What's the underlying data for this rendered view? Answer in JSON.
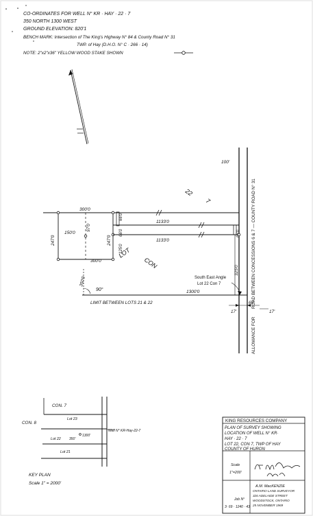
{
  "notes": {
    "coords": "CO-ORDINATES   FOR  WELL  N° KR · HAY · 22 · 7",
    "coords_values": "350  NORTH      1300  WEST",
    "ground_elevation": "GROUND ELEVATION:  820'1",
    "bench_mark": "BENCH  MARK:  Intersection  of  The King's Highway N° 84  &  County  Road  N° 31",
    "bench_mark_cont": "TWP.  of  Hay   (D.H.O.  N°  C · 266 · 14)",
    "note": "NOTE:  2\"x2\"x36\"  YELLOW  WOOD  STAKE  SHOWN"
  },
  "plan": {
    "road_label": "ROAD  BETWEEN  CONCESSIONS  6 & 7  —  COUNTY  ROAD  N° 31",
    "allowance_label": "ALLOWANCE  FOR",
    "lot_number": "22",
    "con_number": "7",
    "lot_word": "LOT",
    "con_word": "CON",
    "dim_100": "100'",
    "dim_300_top": "300'0",
    "dim_300_bottom": "300'0",
    "dim_1133_top": "1133'0",
    "dim_1133_bottom": "1133'0",
    "dim_1300": "1300'0",
    "dim_150": "150'0",
    "dim_97": "97'0",
    "dim_247_left": "247'0",
    "dim_247_mid": "247'0",
    "dim_66_a": "66'0",
    "dim_66_b": "66'0",
    "dim_66_c": "66'0",
    "dim_66_road": "66'",
    "dim_125": "125'0",
    "dim_325": "325'0",
    "dim_350": "350'0",
    "angle": "90°",
    "dim_17_left": "17'",
    "dim_17_right": "17'",
    "south_east_angle": "South East Angle",
    "south_east_ref": "Lot 22 Con 7",
    "limit_label": "LIMIT  BETWEEN  LOTS  21 & 22"
  },
  "key_plan": {
    "con7": "CON. 7",
    "con8": "CON. 8",
    "lot23": "Lot  23",
    "lot22": "Lot  22",
    "lot21": "Lot  21",
    "dim_350": "350'",
    "dim_1300": "1300'",
    "well_label": "Well N° KR-Hay-22-7",
    "title": "KEY  PLAN",
    "scale": "Scale   1\" = 2000'"
  },
  "title_block": {
    "company": "KING  RESOURCES  COMPANY",
    "line1": "PLAN  OF  SURVEY  SHOWING",
    "line2": "LOCATION  OF  WELL  N° KR·",
    "line3": "HAY · 22 · 7",
    "line4": "LOT  22, CON 7,  TWP OF HAY",
    "line5": "COUNTY   OF  HURON",
    "scale_label": "Scale",
    "scale_value": "1\"=200'",
    "job_label": "Job N°",
    "job_value": "3· 69 · 1240 · 43",
    "surveyor": "A.M. MacKENZIE",
    "surveyor_title": "ONTARIO  LAND  SURVEYOR",
    "address1": "326  ADELAIDE  STREET",
    "address2": "WOODSTOCK, ONTARIO",
    "date": "25  NOVEMBER  1969"
  }
}
